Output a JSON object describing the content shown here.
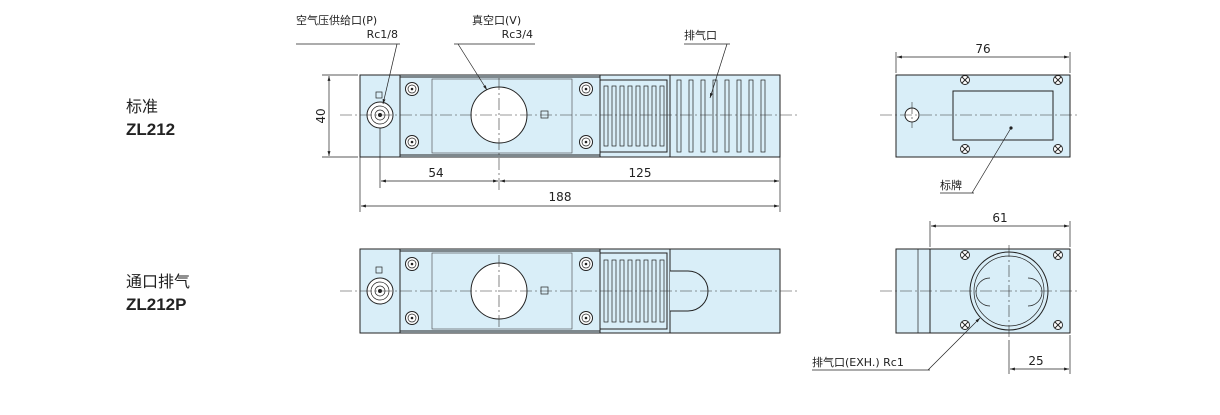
{
  "variants": [
    {
      "name": "标准",
      "model": "ZL212"
    },
    {
      "name": "通口排气",
      "model": "ZL212P"
    }
  ],
  "callouts": {
    "supply_port": "空气压供给口(P)",
    "supply_thread": "Rc1/8",
    "vacuum_port": "真空口(V)",
    "vacuum_thread": "Rc3/4",
    "exhaust": "排气口",
    "nameplate": "标牌",
    "exhaust_port": "排气口(EXH.)  Rc1"
  },
  "dimensions": {
    "height": "40",
    "supply_to_vacuum": "54",
    "vacuum_to_end": "125",
    "overall_length": "188",
    "side_width_top": "76",
    "side_width_bottom": "61",
    "exhaust_offset": "25"
  },
  "colors": {
    "body_fill": "#d9eef8",
    "line": "#222222"
  }
}
